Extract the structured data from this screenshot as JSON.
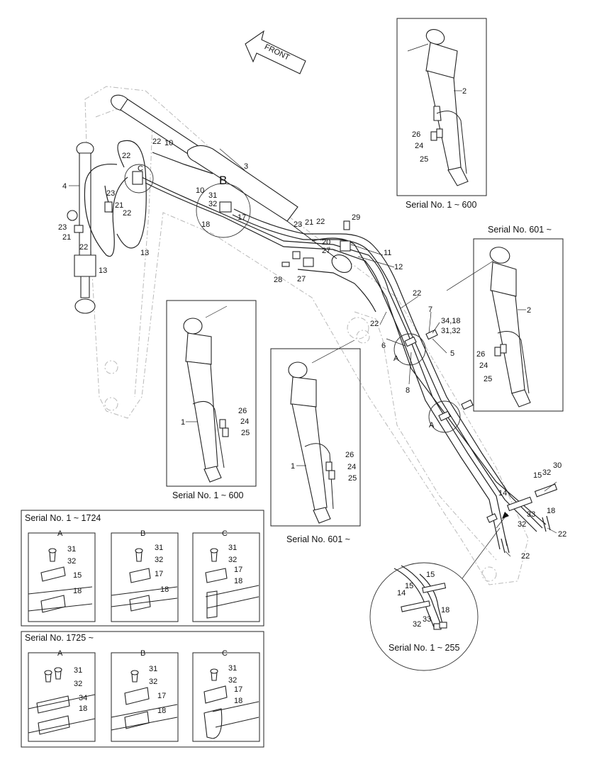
{
  "labels": {
    "front": "FRONT",
    "detail_b": "B",
    "detail_c": "C",
    "detail_a": "A",
    "n1": "1",
    "n2": "2",
    "n3": "3",
    "n4": "4",
    "n5": "5",
    "n6": "6",
    "n7": "7",
    "n8": "8",
    "n10": "10",
    "n11": "11",
    "n12": "12",
    "n13": "13",
    "n14": "14",
    "n15": "15",
    "n17": "17",
    "n18": "18",
    "n20": "20",
    "n21": "21",
    "n22": "22",
    "n23": "23",
    "n24": "24",
    "n25": "25",
    "n26": "26",
    "n27": "27",
    "n28": "28",
    "n29": "29",
    "n30": "30",
    "n31": "31",
    "n32": "32",
    "n33": "33",
    "n34": "34",
    "n34_18": "34,18",
    "n31_32": "31,32"
  },
  "captions": {
    "serial_1_600": "Serial No. 1 ~ 600",
    "serial_601": "Serial No. 601 ~",
    "serial_1_1724": "Serial No. 1 ~ 1724",
    "serial_1725": "Serial No. 1725 ~",
    "serial_1_255": "Serial No. 1 ~ 255"
  }
}
